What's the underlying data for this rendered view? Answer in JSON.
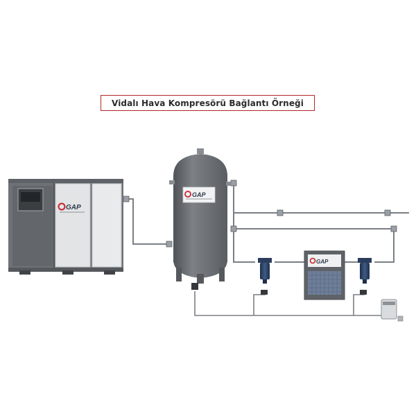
{
  "title": "Vidalı Hava Kompresörü Bağlantı Örneği",
  "brand": {
    "compressor_logo": "GAP",
    "tank_logo": "GAP",
    "dryer_logo": "GAP"
  },
  "colors": {
    "title_border": "#b0262a",
    "equipment_gray": "#6b6f73",
    "panel_light": "#dcdfe1",
    "pipe": "#7a7f84",
    "logo_red": "#c8242b"
  },
  "components": [
    {
      "id": "screw-compressor",
      "icon": "compressor-icon"
    },
    {
      "id": "air-receiver-tank",
      "icon": "tank-icon"
    },
    {
      "id": "pre-filter",
      "icon": "filter-icon"
    },
    {
      "id": "refrigerated-dryer",
      "icon": "dryer-icon"
    },
    {
      "id": "post-filter",
      "icon": "filter-icon"
    },
    {
      "id": "oil-water-separator",
      "icon": "separator-icon"
    }
  ]
}
